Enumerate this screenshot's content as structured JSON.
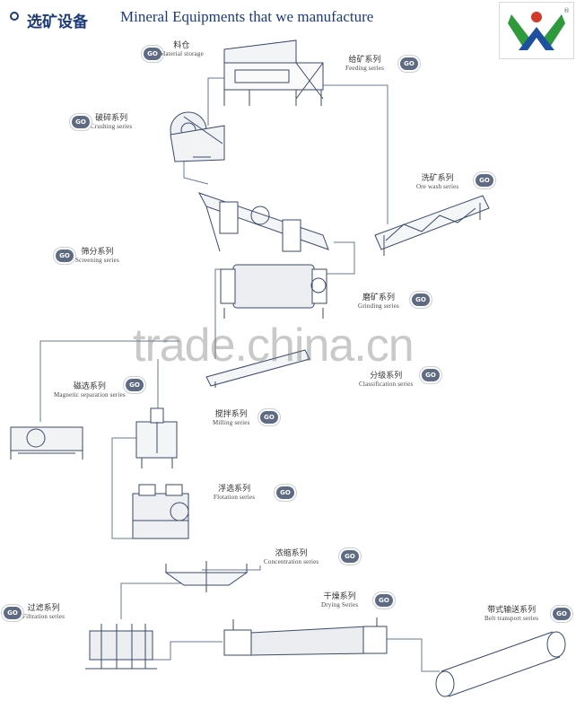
{
  "header": {
    "title_cn": "选矿设备",
    "title_en": "Mineral Equipments that we manufacture"
  },
  "go_label": "GO",
  "watermark": "trade.china.cn",
  "colors": {
    "heading": "#1d3b78",
    "go_button": "#5f6b82",
    "line": "#3a4a6a",
    "logo_green": "#2e9a3c",
    "logo_blue": "#1f4fa0"
  },
  "series": [
    {
      "id": "material_storage",
      "cn": "料仓",
      "en": "Material storage"
    },
    {
      "id": "feeding",
      "cn": "给矿系列",
      "en": "Feeding series"
    },
    {
      "id": "crushing",
      "cn": "破碎系列",
      "en": "Crushing series"
    },
    {
      "id": "ore_wash",
      "cn": "洗矿系列",
      "en": "Ore wash series"
    },
    {
      "id": "screening",
      "cn": "筛分系列",
      "en": "Screening series"
    },
    {
      "id": "grinding",
      "cn": "磨矿系列",
      "en": "Grinding series"
    },
    {
      "id": "classification",
      "cn": "分级系列",
      "en": "Classification series"
    },
    {
      "id": "magnetic",
      "cn": "磁选系列",
      "en": "Magnetic separation series"
    },
    {
      "id": "milling",
      "cn": "搅拌系列",
      "en": "Milling series"
    },
    {
      "id": "flotation",
      "cn": "浮选系列",
      "en": "Flotation series"
    },
    {
      "id": "concentration",
      "cn": "浓缩系列",
      "en": "Concentration series"
    },
    {
      "id": "filtration",
      "cn": "过滤系列",
      "en": "Filtration series"
    },
    {
      "id": "drying",
      "cn": "干燥系列",
      "en": "Drying Series"
    },
    {
      "id": "belt",
      "cn": "带式输送系列",
      "en": "Belt transport series"
    }
  ]
}
